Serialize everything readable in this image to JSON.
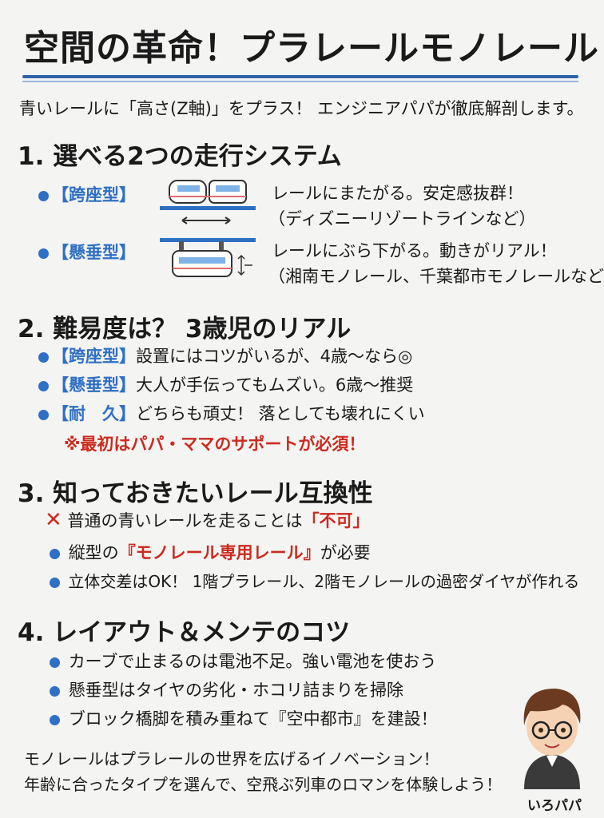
{
  "title": "空間の革命！プラレールモノレール",
  "intro": "青いレールに「高さ(Z軸)」をプラス！ エンジニアパパが徹底解剖します。",
  "section1": {
    "heading": "1. 選べる2つの走行システム",
    "items": [
      {
        "tag": "【跨座型】",
        "line1": "レールにまたがる。安定感抜群！",
        "line2": "（ディズニーリゾートラインなど）",
        "icon": "straddle-monorail-icon"
      },
      {
        "tag": "【懸垂型】",
        "line1": "レールにぶら下がる。動きがリアル！",
        "line2": "（湘南モノレール、千葉都市モノレールなど）",
        "icon": "suspended-monorail-icon"
      }
    ]
  },
  "section2": {
    "heading": "2. 難易度は？ 3歳児のリアル",
    "items": [
      {
        "tag": "【跨座型】",
        "text": "設置にはコツがいるが、4歳～なら◎"
      },
      {
        "tag": "【懸垂型】",
        "text": "大人が手伝ってもムズい。6歳～推奨"
      },
      {
        "tag": "【耐　久】",
        "text": "どちらも頑丈！ 落としても壊れにくい"
      }
    ],
    "note": "※最初はパパ・ママのサポートが必須！"
  },
  "section3": {
    "heading": "3. 知っておきたいレール互換性",
    "cross_mark": "✕",
    "no_text": "普通の青いレールを走ることは",
    "no_highlight": "「不可」",
    "need_prefix": "縦型の",
    "need_highlight": "『モノレール専用レール』",
    "need_suffix": "が必要",
    "ok_text": "立体交差はOK！ 1階プラレール、2階モノレールの過密ダイヤが作れる"
  },
  "section4": {
    "heading": "4. レイアウト＆メンテのコツ",
    "items": [
      "カーブで止まるのは電池不足。強い電池を使おう",
      "懸垂型はタイヤの劣化・ホコリ詰まりを掃除",
      "ブロック橋脚を積み重ねて『空中都市』を建設！"
    ]
  },
  "closing": {
    "line1": "モノレールはプラレールの世界を広げるイノベーション！",
    "line2": "年齢に合ったタイプを選んで、空飛ぶ列車のロマンを体験しよう！"
  },
  "author": {
    "name": "いろパパ"
  },
  "colors": {
    "accent_blue": "#2f6fc4",
    "red": "#cc2a1f",
    "background": "#f4f4f2"
  }
}
